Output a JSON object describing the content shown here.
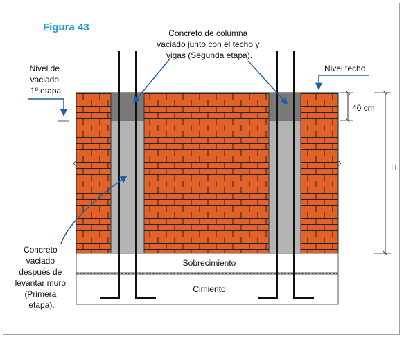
{
  "figure": {
    "title": "Figura 43"
  },
  "labels": {
    "nivel_vaciado": [
      "Nivel de",
      "vaciado",
      "1º etapa"
    ],
    "concreto_columna": [
      "Concreto de columna",
      "vaciado junto con el techo y",
      "vigas (Segunda etapa)."
    ],
    "nivel_techo": "Nivel techo",
    "dim_40": "40 cm",
    "dim_h": "H",
    "sobrecimiento": "Sobrecimiento",
    "cimiento": "Cimiento",
    "concreto_vaciado": [
      "Concreto",
      "vaciado",
      "después de",
      "levantar muro",
      "(Primera",
      "etapa)."
    ]
  },
  "colors": {
    "brick": "#e2622a",
    "mortar": "#222222",
    "column_lower": "#b4b4b4",
    "column_upper": "#7a7a7a",
    "arrow": "#1f5fa8",
    "title": "#1a9ad6",
    "frame": "#9aa3ab"
  }
}
